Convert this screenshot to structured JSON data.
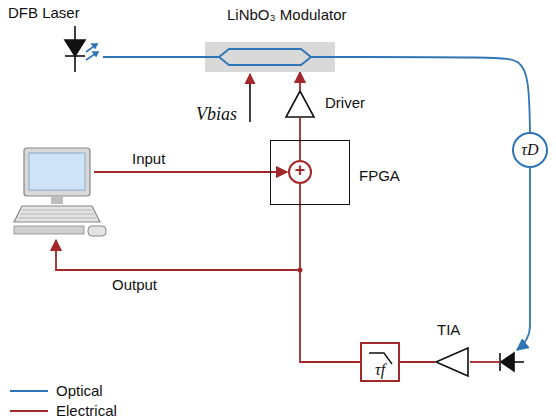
{
  "diagram": {
    "nodes": [
      {
        "text": [
          "DFB Laser"
        ]
      },
      {
        "text": [
          "LiNbO₃ Modulator"
        ]
      },
      {
        "text": [
          "Driver"
        ]
      },
      {
        "text": [
          "FPGA"
        ]
      },
      {
        "text": [
          "+"
        ],
        "in": 3
      },
      {
        "text": [
          "τD"
        ]
      },
      {
        "text": [
          "TIA"
        ]
      },
      {
        "text": [
          "τf"
        ]
      }
    ],
    "edges": [
      {
        "from": 0,
        "to": 1,
        "arrow": "none"
      },
      {
        "from": 1,
        "to": 5,
        "arrow": "none"
      },
      {
        "from": 4,
        "to": 2,
        "arrow": "none"
      },
      {
        "from": 2,
        "to": 1,
        "arrow": "to"
      },
      {
        "from": 6,
        "to": 7,
        "arrow": "none"
      },
      {
        "from": 7,
        "to": 4,
        "arrow": "none"
      }
    ],
    "labels": [
      "Vbias",
      "Input",
      "Output"
    ],
    "legend": [
      {
        "text": "Optical"
      },
      {
        "text": "Electrical"
      }
    ]
  }
}
